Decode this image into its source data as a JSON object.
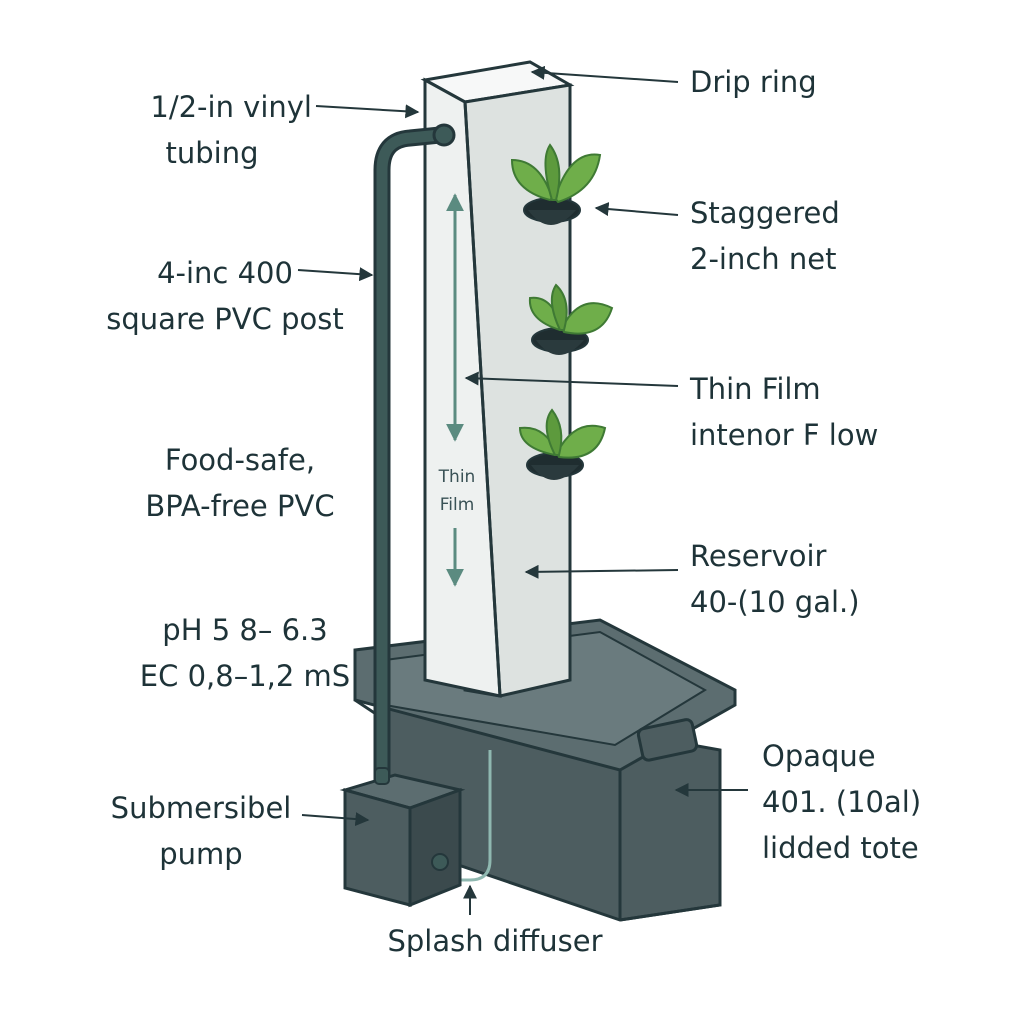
{
  "labels": {
    "drip_ring": [
      "Drip  ring"
    ],
    "vinyl_tubing": [
      "1/2-in vinyl",
      "tubing"
    ],
    "staggered_net": [
      "Staggered",
      "2-inch net"
    ],
    "pvc_post": [
      "4-inc 400",
      "square PVC post"
    ],
    "thin_film_flow": [
      "Thin Film",
      "intenor  F low"
    ],
    "food_safe": [
      "Food-safe,",
      "BPA-free PVC"
    ],
    "reservoir": [
      "Reservoir",
      "40-(10 gal.)"
    ],
    "ph_ec": [
      "pH 5 8– 6.3",
      "EC 0,8–1,2 mS"
    ],
    "tote": [
      "Opaque",
      "401. (10al)",
      "lidded tote"
    ],
    "pump": [
      "Submersibel",
      "pump"
    ],
    "diffuser": [
      "Splash diffuser"
    ]
  },
  "tube_text": [
    "Thin",
    "Film"
  ],
  "colors": {
    "ink": "#1e3338",
    "outline": "#24373b",
    "tote": "#4d5d60",
    "tote_dark": "#3b4a4d",
    "pipe": "#3d5a58",
    "post_face": "#eef1f0",
    "post_side": "#dde2e0",
    "arrow": "#5b8b80",
    "leaf": "#6fae4a",
    "leaf_dark": "#3f7a34"
  }
}
